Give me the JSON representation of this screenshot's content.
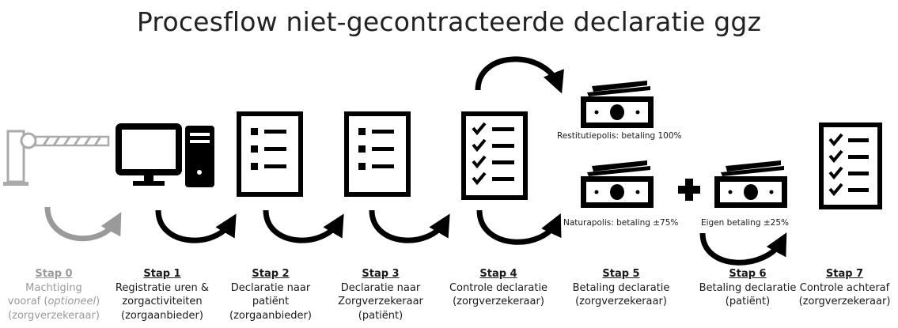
{
  "title": "Procesflow niet-gecontracteerde declaratie ggz",
  "steps": [
    {
      "step": "Stap 0",
      "lines": [
        "Machtiging",
        "vooraf (optioneel)",
        "(zorgverzekeraar)"
      ],
      "muted": true
    },
    {
      "step": "Stap 1",
      "lines": [
        "Registratie uren &",
        "zorgactiviteiten",
        "(zorgaanbieder)"
      ]
    },
    {
      "step": "Stap 2",
      "lines": [
        "Declaratie naar",
        "patiënt",
        "(zorgaanbieder)"
      ]
    },
    {
      "step": "Stap 3",
      "lines": [
        "Declaratie naar",
        "Zorgverzekeraar",
        "(patiënt)"
      ]
    },
    {
      "step": "Stap 4",
      "lines": [
        "Controle declaratie",
        "(zorgverzekeraar)"
      ]
    },
    {
      "step": "Stap 5",
      "lines": [
        "Betaling declaratie",
        "(zorgverzekeraar)"
      ]
    },
    {
      "step": "Stap 6",
      "lines": [
        "Betaling declaratie",
        "(patiënt)"
      ]
    },
    {
      "step": "Stap 7",
      "lines": [
        "Controle achteraf",
        "(zorgverzekeraar)"
      ]
    }
  ],
  "payments": {
    "restitutie": "Restitutiepolis: betaling 100%",
    "natura": "Naturapolis: betaling ±75%",
    "eigen": "Eigen betaling ±25%"
  },
  "stap0_optional_word": "optioneel",
  "icons": [
    "barrier-icon",
    "computer-icon",
    "list-document-icon",
    "checklist-document-icon",
    "money-icon",
    "plus-icon",
    "curved-arrow-icon"
  ],
  "colors": {
    "main": "#000000",
    "muted": "#9a9a9a",
    "text": "#1a1a1a"
  }
}
